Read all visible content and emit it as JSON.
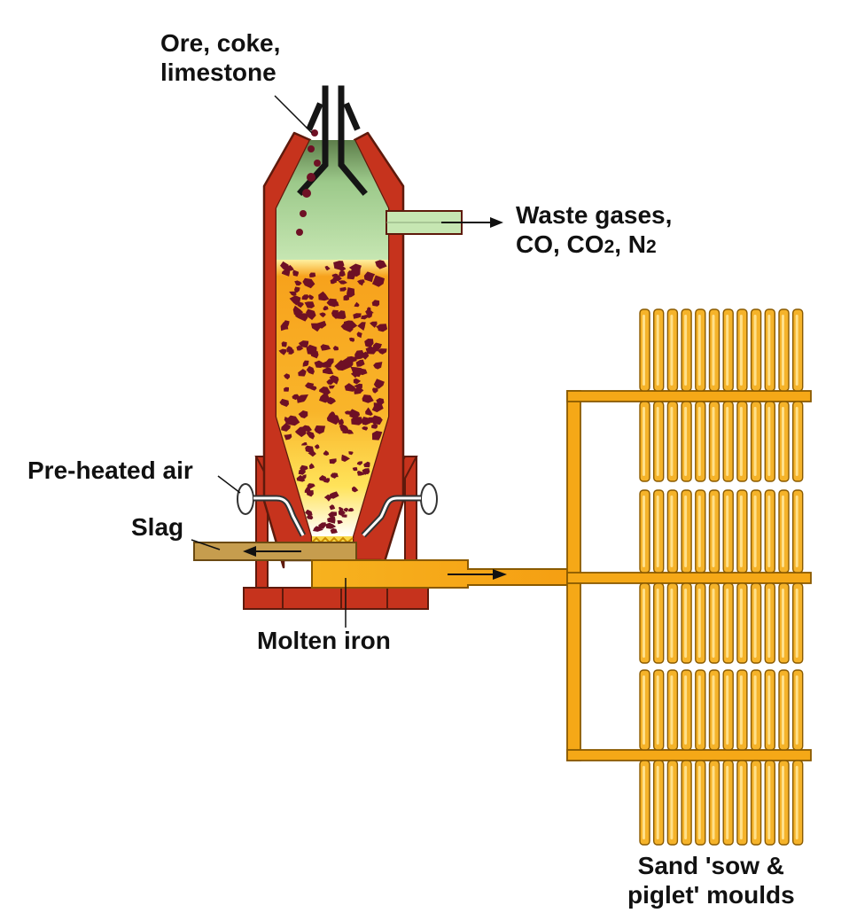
{
  "colors": {
    "wall": "#c6331d",
    "wall_dark": "#5e1a0c",
    "gas_zone": "#b4dea1",
    "gas_zone_dark": "#5d7d4a",
    "burden": "#f7a21c",
    "burden_light": "#fff3a8",
    "lumps": "#6e1025",
    "iron": "#f5a817",
    "slag": "#c69d4e",
    "mould": "#f5b32a",
    "mould_edge": "#8a5a00",
    "pipe": "#ffffff",
    "text": "#111111"
  },
  "labels": {
    "charge_line1": "Ore, coke,",
    "charge_line2": "limestone",
    "waste_line1": "Waste gases,",
    "waste_co": "CO, CO",
    "waste_two": "2",
    "waste_n": ", N",
    "waste_two_b": "2",
    "air": "Pre-heated air",
    "slag": "Slag",
    "iron": "Molten iron",
    "moulds_line1": "Sand 'sow &",
    "moulds_line2": "piglet' moulds"
  },
  "icons": {
    "charge_arrows": "chevron-up-icon",
    "flow_arrows": "arrow-icon"
  }
}
